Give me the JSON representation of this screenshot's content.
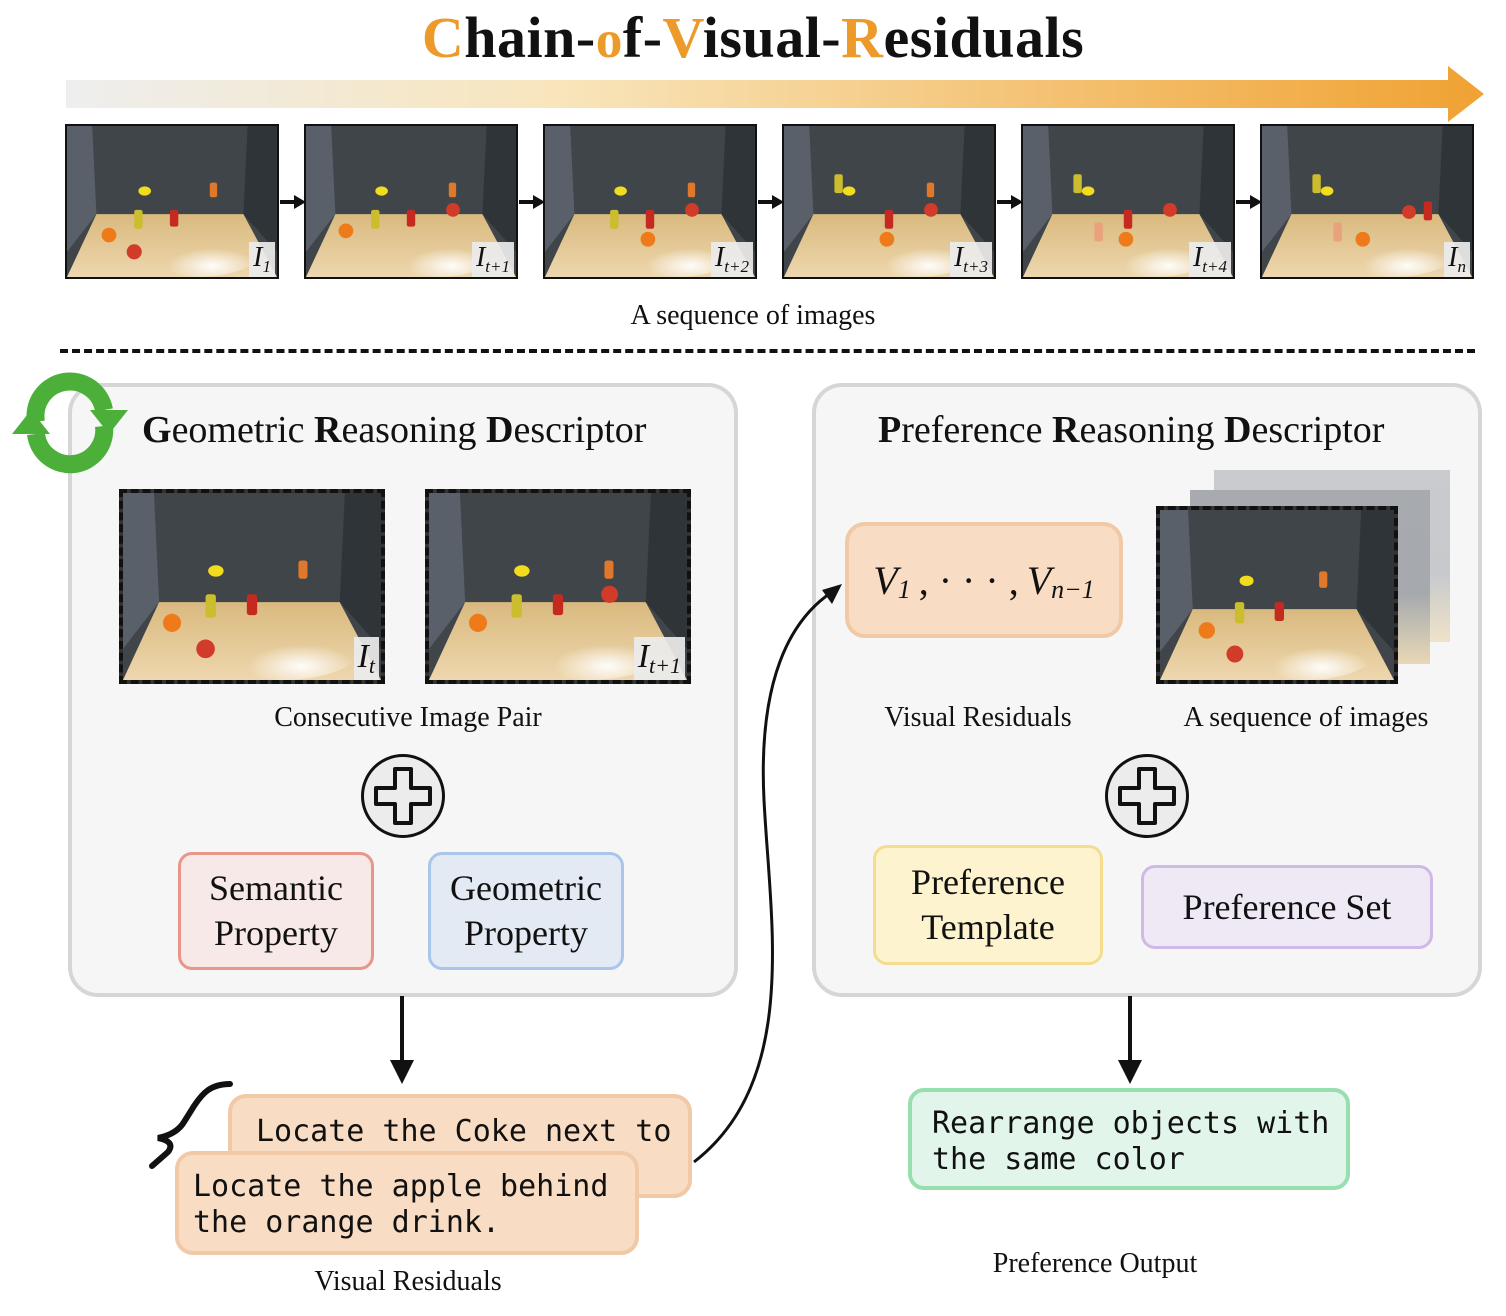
{
  "title": {
    "parts": [
      {
        "text": "C",
        "highlight": true
      },
      {
        "text": "hain-",
        "highlight": false
      },
      {
        "text": "o",
        "highlight": true
      },
      {
        "text": "f-",
        "highlight": false
      },
      {
        "text": "V",
        "highlight": true
      },
      {
        "text": "isual-",
        "highlight": false
      },
      {
        "text": "R",
        "highlight": true
      },
      {
        "text": "esiduals",
        "highlight": false
      }
    ]
  },
  "sequence": {
    "frames": [
      {
        "symbol": "I",
        "sub": "1"
      },
      {
        "symbol": "I",
        "sub": "t+1"
      },
      {
        "symbol": "I",
        "sub": "t+2"
      },
      {
        "symbol": "I",
        "sub": "t+3"
      },
      {
        "symbol": "I",
        "sub": "t+4"
      },
      {
        "symbol": "I",
        "sub": "n"
      }
    ],
    "caption": "A sequence of images"
  },
  "geometric_panel": {
    "title_parts": [
      {
        "text": "G",
        "bold": true
      },
      {
        "text": "eometric ",
        "bold": false
      },
      {
        "text": "R",
        "bold": true
      },
      {
        "text": "easoning ",
        "bold": false
      },
      {
        "text": "D",
        "bold": true
      },
      {
        "text": "escriptor",
        "bold": false
      }
    ],
    "pair": [
      {
        "symbol": "I",
        "sub": "t"
      },
      {
        "symbol": "I",
        "sub": "t+1"
      }
    ],
    "pair_caption": "Consecutive Image Pair",
    "semantic_property": [
      "Semantic",
      "Property"
    ],
    "geometric_property": [
      "Geometric",
      "Property"
    ]
  },
  "preference_panel": {
    "title_parts": [
      {
        "text": "P",
        "bold": true
      },
      {
        "text": "reference ",
        "bold": false
      },
      {
        "text": "R",
        "bold": true
      },
      {
        "text": "easoning ",
        "bold": false
      },
      {
        "text": "D",
        "bold": true
      },
      {
        "text": "escriptor",
        "bold": false
      }
    ],
    "formula": {
      "v1": "V",
      "v1_sub": "1",
      "sep": ", · · · ,",
      "vn": "V",
      "vn_sub": "n−1"
    },
    "visual_residuals_label": "Visual Residuals",
    "sequence_label": "A sequence of images",
    "template": [
      "Preference",
      "Template"
    ],
    "set": "Preference Set"
  },
  "outputs": {
    "residual_back": "Locate the Coke next to",
    "residual_front": "Locate the apple behind\nthe orange drink.",
    "residual_caption": "Visual Residuals",
    "preference_output": "Rearrange objects with\nthe same color",
    "preference_caption": "Preference Output"
  },
  "colors": {
    "accent_orange": "#ec9a2a",
    "cycle_green": "#4caf3a",
    "semantic": "#e8958a",
    "geometric": "#a9c6ea",
    "template": "#f6dc8f",
    "set": "#cfb9e6",
    "residual": "#f2c9a6",
    "output": "#98dfb0"
  }
}
